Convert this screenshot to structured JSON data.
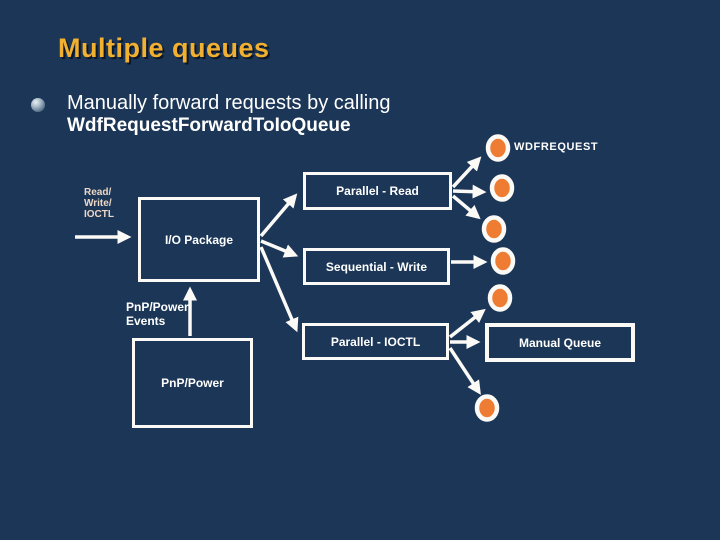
{
  "colors": {
    "background": "#1B3656",
    "line_white": "#FBFAF6",
    "request_orange": "#EE7C33",
    "title_gold": "#F1B02F",
    "side_label_tan": "#EDD7C6",
    "text_white": "#FFFFFF"
  },
  "slide": {
    "title": "Multiple queues",
    "bullet": {
      "line1": "Manually forward requests by calling",
      "line2": "WdfRequestForwardToIoQueue"
    }
  },
  "diagram": {
    "boxes": {
      "io_package": "I/O Package",
      "parallel_read": "Parallel - Read",
      "sequential_write": "Sequential - Write",
      "parallel_ioctl": "Parallel - IOCTL",
      "manual_queue": "Manual Queue",
      "pnp_power": "PnP/Power"
    },
    "labels": {
      "wdfrequest": "WDFREQUEST",
      "read_write_ioctl_lines": [
        "Read/",
        "Write/",
        "IOCTL"
      ],
      "pnp_power_events_lines": [
        "PnP/Power",
        "Events"
      ]
    }
  }
}
